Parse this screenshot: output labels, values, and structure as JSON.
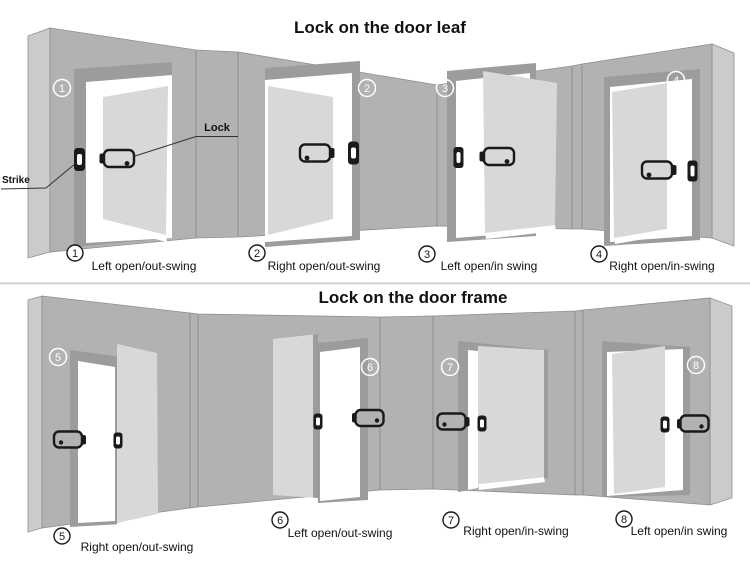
{
  "colors": {
    "background": "#ffffff",
    "wall": "#b2b2b2",
    "wall_edge": "#cbcbcb",
    "door_frame": "#9c9c9c",
    "door_leaf": "#d8d8d8",
    "line_black": "#1a1a1a",
    "divider": "#cccccc",
    "badge_on_wall": "#ffffff"
  },
  "sections": [
    {
      "title": "Lock on the door leaf"
    },
    {
      "title": "Lock on the door frame"
    }
  ],
  "annotations": {
    "lock_label": "Lock",
    "strike_label": "Strike"
  },
  "panels": [
    {
      "num": "1",
      "caption": "Left open/out-swing"
    },
    {
      "num": "2",
      "caption": "Right open/out-swing"
    },
    {
      "num": "3",
      "caption": "Left open/in swing"
    },
    {
      "num": "4",
      "caption": "Right open/in-swing"
    },
    {
      "num": "5",
      "caption": "Right open/out-swing"
    },
    {
      "num": "6",
      "caption": "Left open/out-swing"
    },
    {
      "num": "7",
      "caption": "Right open/in-swing"
    },
    {
      "num": "8",
      "caption": "Left open/in swing"
    }
  ]
}
